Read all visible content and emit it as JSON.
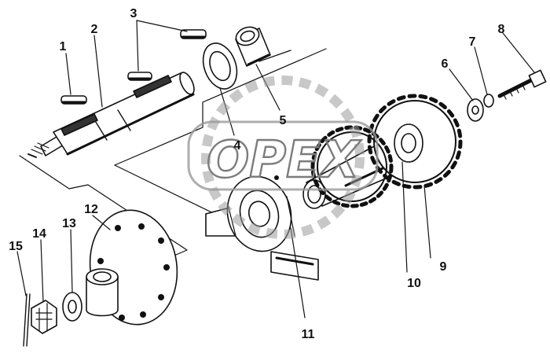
{
  "diagram": {
    "type": "exploded-parts-drawing",
    "watermark": "OPEX",
    "callouts": [
      "1",
      "2",
      "3",
      "4",
      "5",
      "6",
      "7",
      "8",
      "9",
      "10",
      "11",
      "12",
      "13",
      "14",
      "15"
    ]
  },
  "colors": {
    "ink": "#111111",
    "watermark": "#9a9a9a",
    "background": "#ffffff"
  }
}
